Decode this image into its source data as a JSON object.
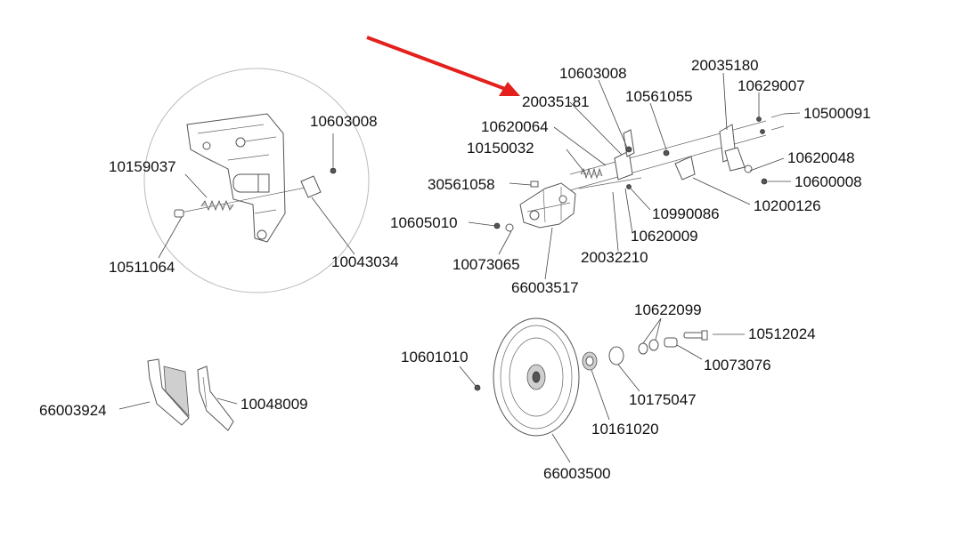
{
  "labels": {
    "p10603008_top": "10603008",
    "p20035180": "20035180",
    "p10629007": "10629007",
    "p20035181": "20035181",
    "p10561055": "10561055",
    "p10500091": "10500091",
    "p10620064": "10620064",
    "p10150032": "10150032",
    "p10620048": "10620048",
    "p30561058": "30561058",
    "p10600008": "10600008",
    "p10990086": "10990086",
    "p10200126": "10200126",
    "p10605010": "10605010",
    "p10620009": "10620009",
    "p20032210": "20032210",
    "p10073065": "10073065",
    "p66003517": "66003517",
    "p10603008_inset": "10603008",
    "p10159037": "10159037",
    "p10511064": "10511064",
    "p10043034": "10043034",
    "p10622099": "10622099",
    "p10512024": "10512024",
    "p10601010": "10601010",
    "p10073076": "10073076",
    "p10175047": "10175047",
    "p10161020": "10161020",
    "p66003500": "66003500",
    "p66003924": "66003924",
    "p10048009": "10048009"
  },
  "colors": {
    "arrow": "#e3201b",
    "text": "#111111",
    "lines": "#444444"
  }
}
